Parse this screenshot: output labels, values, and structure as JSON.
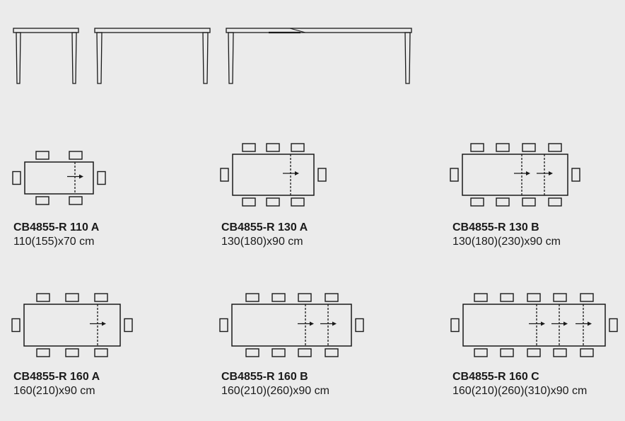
{
  "side_views": [
    {
      "name": "side-view-square"
    },
    {
      "name": "side-view-long"
    },
    {
      "name": "side-view-extended"
    }
  ],
  "layouts": [
    {
      "model": "CB4855-R 110 A",
      "dims": "110(155)x70 cm",
      "chairs_per_side": 2,
      "extensions": 1
    },
    {
      "model": "CB4855-R 130 A",
      "dims": "130(180)x90 cm",
      "chairs_per_side": 3,
      "extensions": 1
    },
    {
      "model": "CB4855-R 130 B",
      "dims": "130(180)(230)x90 cm",
      "chairs_per_side": 4,
      "extensions": 2
    },
    {
      "model": "CB4855-R 160 A",
      "dims": "160(210)x90 cm",
      "chairs_per_side": 3,
      "extensions": 1
    },
    {
      "model": "CB4855-R 160 B",
      "dims": "160(210)(260)x90 cm",
      "chairs_per_side": 4,
      "extensions": 2
    },
    {
      "model": "CB4855-R 160 C",
      "dims": "160(210)(260)(310)x90 cm",
      "chairs_per_side": 5,
      "extensions": 3
    }
  ],
  "colors": {
    "background": "#ebebeb",
    "line": "#1a1a1a"
  }
}
